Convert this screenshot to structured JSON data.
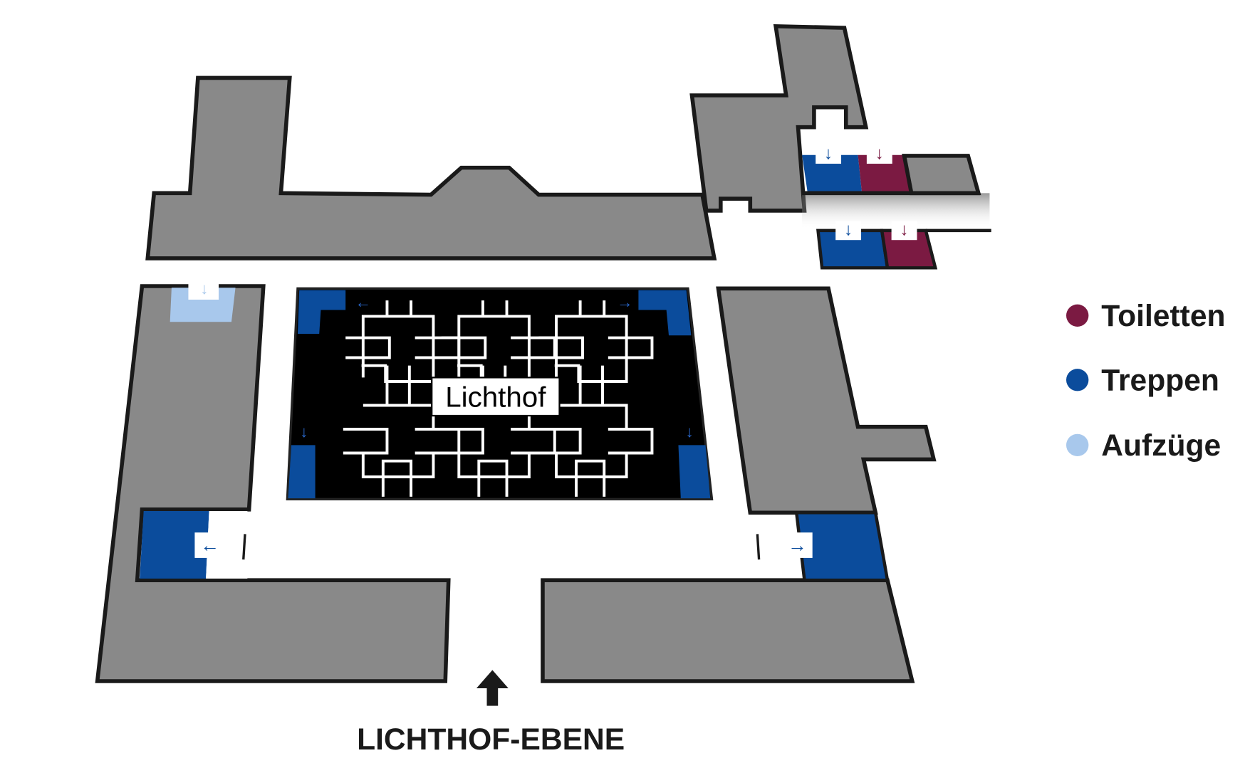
{
  "map": {
    "title": "LICHTHOF-EBENE",
    "courtyard_label": "Lichthof",
    "entrance_icon": "arrow-up-icon"
  },
  "legend": {
    "items": [
      {
        "label": "Toiletten",
        "color": "#7b1a42",
        "icon": "circle-icon"
      },
      {
        "label": "Treppen",
        "color": "#0b4c9c",
        "icon": "circle-icon"
      },
      {
        "label": "Aufzüge",
        "color": "#a8c8ec",
        "icon": "circle-icon"
      }
    ]
  },
  "colors": {
    "building": "#898989",
    "courtyard": "#000000",
    "stairs": "#0b4c9c",
    "toilets": "#7b1a42",
    "elevators": "#a8c8ec"
  }
}
